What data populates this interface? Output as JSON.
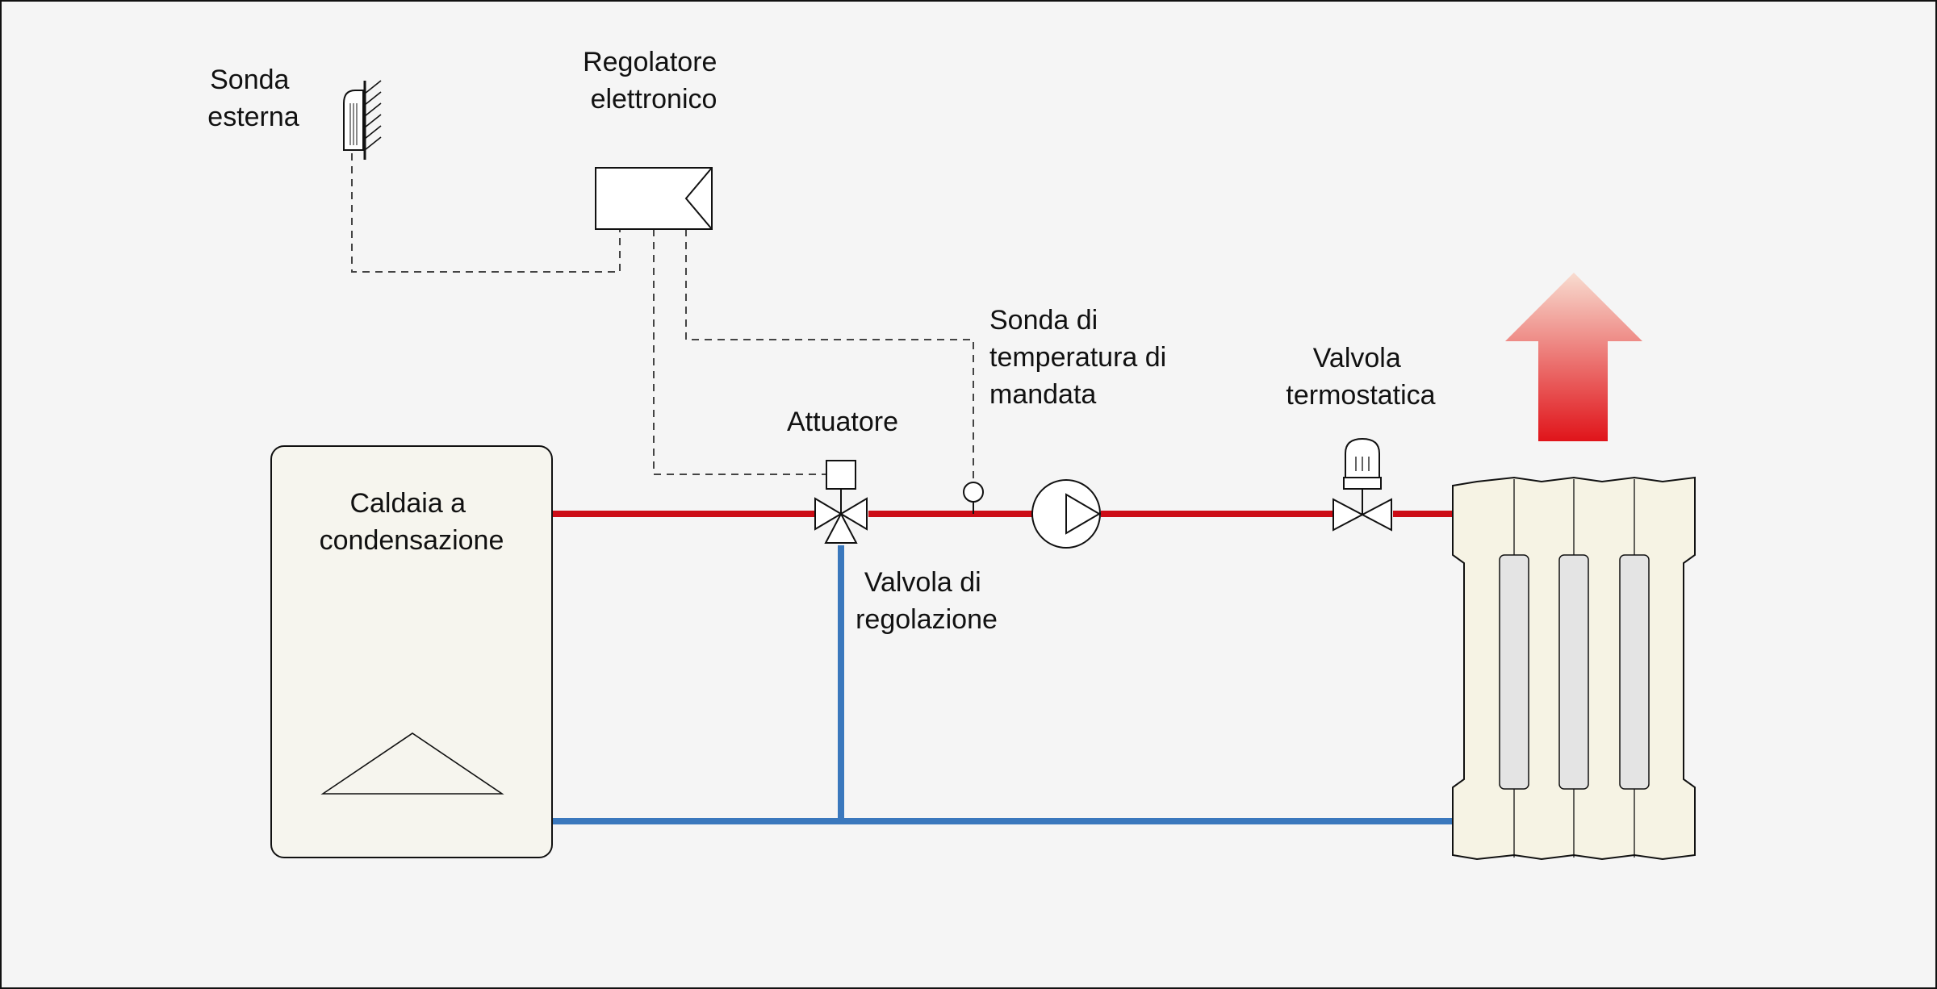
{
  "labels": {
    "outdoor_sensor": [
      "Sonda",
      "esterna"
    ],
    "controller": [
      "Regolatore",
      "elettronico"
    ],
    "flow_sensor": [
      "Sonda di",
      "temperatura di",
      "mandata"
    ],
    "actuator": [
      "Attuatore"
    ],
    "thermostatic_valve": [
      "Valvola",
      "termostatica"
    ],
    "boiler": [
      "Caldaia a",
      "condensazione"
    ],
    "control_valve": [
      "Valvola di",
      "regolazione"
    ]
  },
  "colors": {
    "background": "#f5f5f5",
    "frame": "#111111",
    "supply_pipe": "#cc0d16",
    "return_pipe": "#3a78bd",
    "boiler_fill": "#f6f5ee",
    "radiator_fill": "#f6f3e4",
    "heat_arrow_top": "#f8dcd0",
    "heat_arrow_bottom": "#e0141a",
    "signal_line": "#444444"
  }
}
